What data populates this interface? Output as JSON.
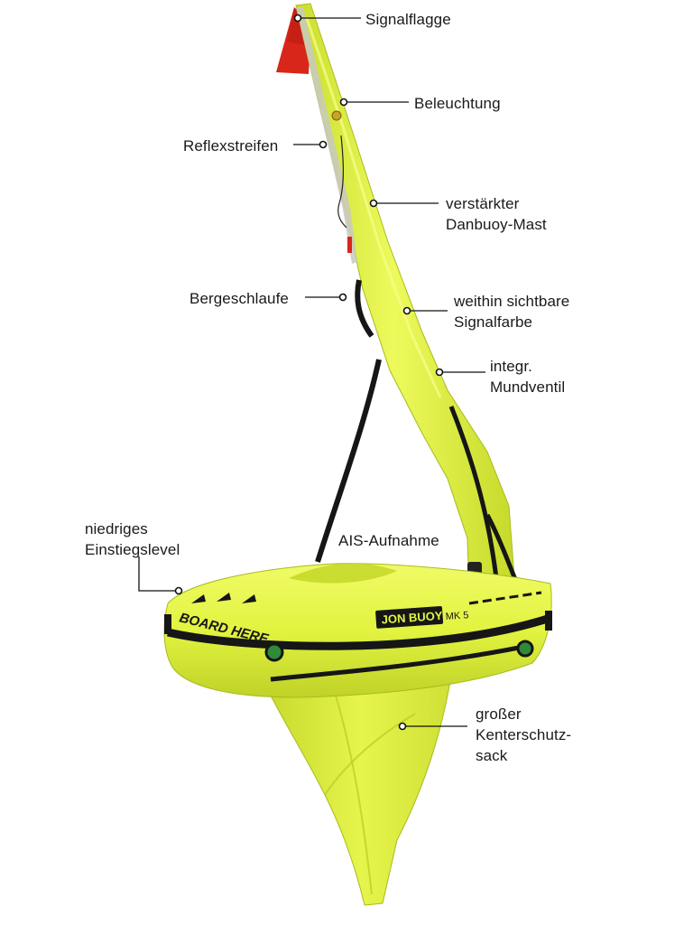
{
  "product_text": {
    "board_here": "BOARD HERE",
    "brand": "JON BUOY",
    "model": "MK 5"
  },
  "callouts": {
    "signalflagge": [
      "Signalflagge"
    ],
    "beleuchtung": [
      "Beleuchtung"
    ],
    "reflexstreifen": [
      "Reflexstreifen"
    ],
    "mast": [
      "verstärkter",
      "Danbuoy-Mast"
    ],
    "bergeschlaufe": [
      "Bergeschlaufe"
    ],
    "signalfarbe": [
      "weithin sichtbare",
      "Signalfarbe"
    ],
    "mundventil": [
      "integr.",
      "Mundventil"
    ],
    "einstieg": [
      "niedriges",
      "Einstiegslevel"
    ],
    "ais": [
      "AIS-Aufnahme"
    ],
    "sack": [
      "großer",
      "Kenterschutz-",
      "sack"
    ]
  },
  "colors": {
    "buoy_yellow": "#e4f542",
    "buoy_shade": "#c2d62a",
    "flag_red": "#d8261a",
    "strap_black": "#161616"
  }
}
